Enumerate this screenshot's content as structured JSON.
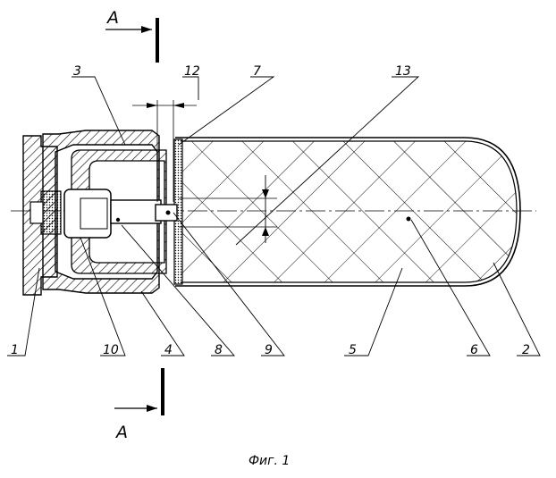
{
  "section_label": "A",
  "caption": "Фиг. 1",
  "labels": {
    "l1": "1",
    "l2": "2",
    "l3": "3",
    "l4": "4",
    "l5": "5",
    "l6": "6",
    "l7": "7",
    "l8": "8",
    "l9": "9",
    "l10": "10",
    "l12": "12",
    "l13": "13"
  }
}
